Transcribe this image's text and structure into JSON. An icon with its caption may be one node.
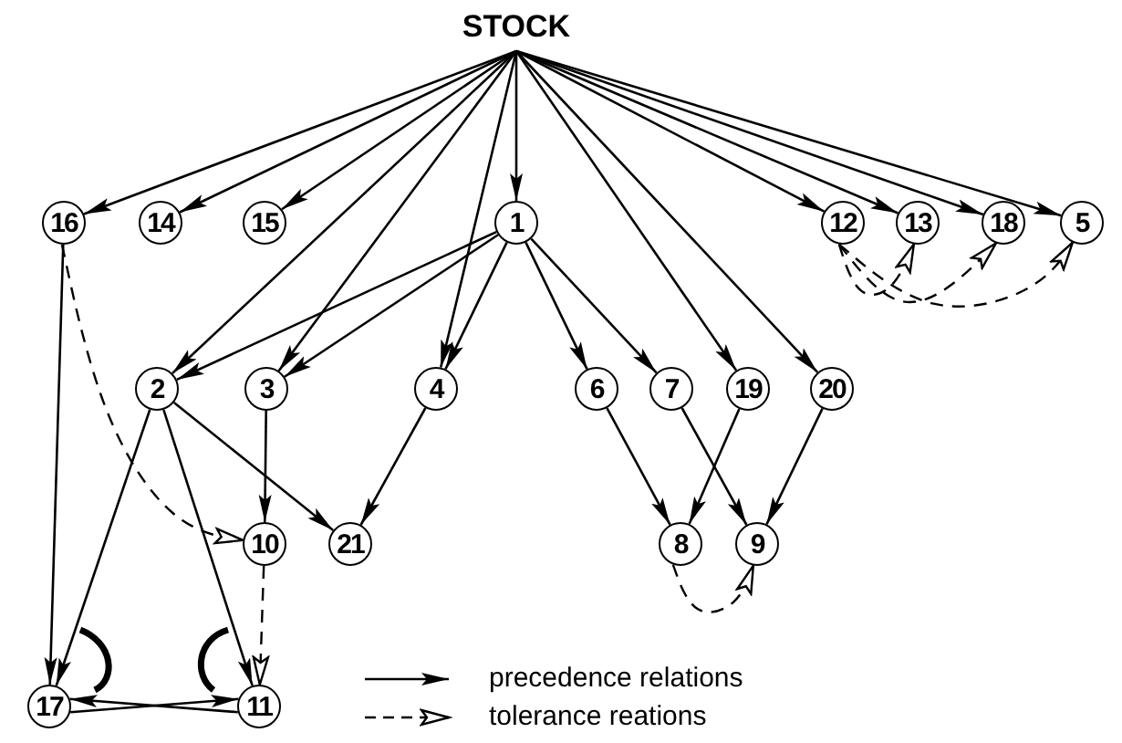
{
  "diagram": {
    "nodes": [
      {
        "text": [
          "STOCK"
        ]
      },
      {
        "text": [
          "16"
        ]
      },
      {
        "text": [
          "14"
        ]
      },
      {
        "text": [
          "15"
        ]
      },
      {
        "text": [
          "1"
        ]
      },
      {
        "text": [
          "12"
        ]
      },
      {
        "text": [
          "13"
        ]
      },
      {
        "text": [
          "18"
        ]
      },
      {
        "text": [
          "5"
        ]
      },
      {
        "text": [
          "2"
        ]
      },
      {
        "text": [
          "3"
        ]
      },
      {
        "text": [
          "4"
        ]
      },
      {
        "text": [
          "6"
        ]
      },
      {
        "text": [
          "7"
        ]
      },
      {
        "text": [
          "19"
        ]
      },
      {
        "text": [
          "20"
        ]
      },
      {
        "text": [
          "10"
        ]
      },
      {
        "text": [
          "21"
        ]
      },
      {
        "text": [
          "8"
        ]
      },
      {
        "text": [
          "9"
        ]
      },
      {
        "text": [
          "17"
        ]
      },
      {
        "text": [
          "11"
        ]
      }
    ],
    "edges": [
      {
        "from": 0,
        "to": 1,
        "arrow": "to"
      },
      {
        "from": 0,
        "to": 2,
        "arrow": "to"
      },
      {
        "from": 0,
        "to": 3,
        "arrow": "to"
      },
      {
        "from": 0,
        "to": 9,
        "arrow": "to"
      },
      {
        "from": 0,
        "to": 10,
        "arrow": "to"
      },
      {
        "from": 0,
        "to": 11,
        "arrow": "to"
      },
      {
        "from": 0,
        "to": 4,
        "arrow": "to"
      },
      {
        "from": 0,
        "to": 14,
        "arrow": "to"
      },
      {
        "from": 0,
        "to": 15,
        "arrow": "to"
      },
      {
        "from": 0,
        "to": 5,
        "arrow": "to"
      },
      {
        "from": 0,
        "to": 6,
        "arrow": "to"
      },
      {
        "from": 0,
        "to": 7,
        "arrow": "to"
      },
      {
        "from": 0,
        "to": 8,
        "arrow": "to"
      },
      {
        "from": 4,
        "to": 9,
        "arrow": "to"
      },
      {
        "from": 4,
        "to": 10,
        "arrow": "to"
      },
      {
        "from": 4,
        "to": 11,
        "arrow": "to"
      },
      {
        "from": 4,
        "to": 12,
        "arrow": "to"
      },
      {
        "from": 4,
        "to": 13,
        "arrow": "to"
      },
      {
        "from": 1,
        "to": 20,
        "arrow": "to"
      },
      {
        "from": 1,
        "to": 16,
        "arrow": "to",
        "style": "dashed"
      },
      {
        "from": 9,
        "to": 20,
        "arrow": "to"
      },
      {
        "from": 9,
        "to": 21,
        "arrow": "to"
      },
      {
        "from": 9,
        "to": 17,
        "arrow": "to"
      },
      {
        "from": 10,
        "to": 16,
        "arrow": "to"
      },
      {
        "from": 11,
        "to": 17,
        "arrow": "to"
      },
      {
        "from": 16,
        "to": 21,
        "arrow": "to",
        "style": "dashed"
      },
      {
        "from": 20,
        "to": 21,
        "arrow": "to"
      },
      {
        "from": 21,
        "to": 20,
        "arrow": "to"
      },
      {
        "from": 12,
        "to": 18,
        "arrow": "to"
      },
      {
        "from": 14,
        "to": 18,
        "arrow": "to"
      },
      {
        "from": 13,
        "to": 19,
        "arrow": "to"
      },
      {
        "from": 15,
        "to": 19,
        "arrow": "to"
      },
      {
        "from": 5,
        "to": 6,
        "arrow": "to",
        "style": "dashed"
      },
      {
        "from": 5,
        "to": 7,
        "arrow": "to",
        "style": "dashed"
      },
      {
        "from": 5,
        "to": 8,
        "arrow": "to",
        "style": "dashed"
      },
      {
        "from": 18,
        "to": 19,
        "arrow": "to",
        "style": "dashed"
      }
    ],
    "legend": [
      {
        "text": "precedence relations"
      },
      {
        "text": "tolerance reations"
      }
    ]
  }
}
